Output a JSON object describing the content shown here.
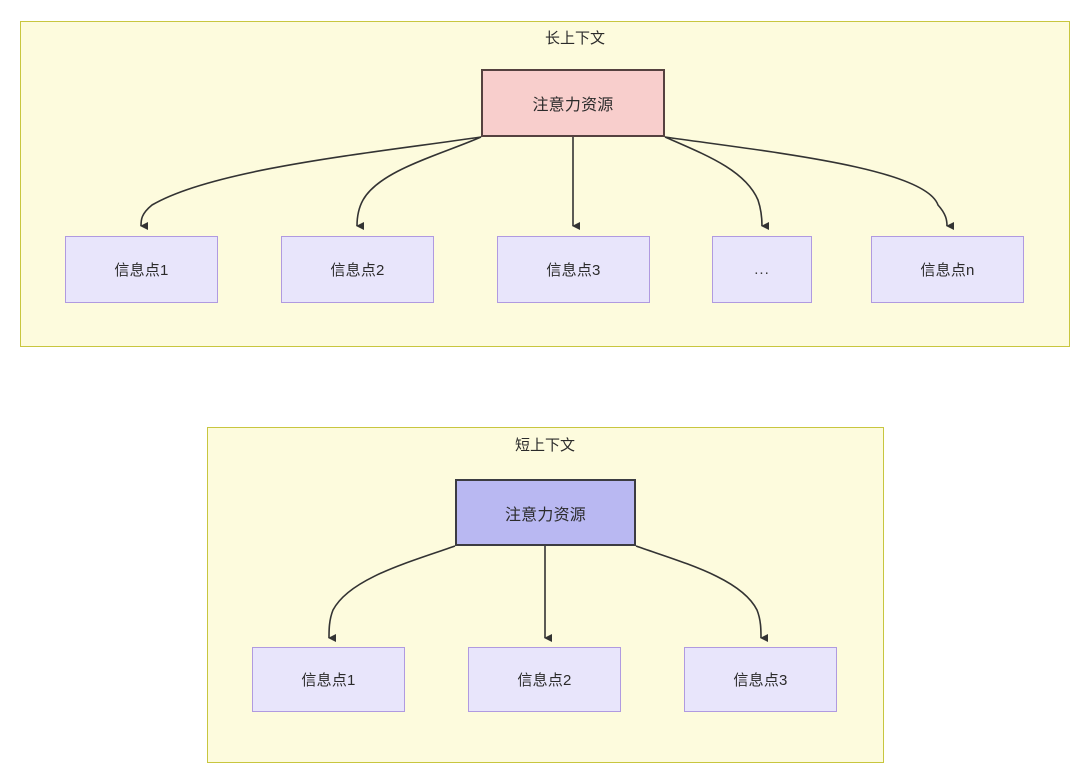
{
  "diagram": {
    "title": "",
    "colors": {
      "panel_fill": "#fdfbdd",
      "panel_border": "#c8c63f",
      "attention_long_fill": "#f8cecc",
      "attention_long_border": "#55413f",
      "attention_short_fill": "#b9b8f2",
      "attention_short_border": "#3c3c42",
      "info_fill": "#e8e5fb",
      "info_border": "#b09ae0",
      "edge_stroke": "#333333",
      "text": "#2b2b2b"
    },
    "groups": [
      {
        "id": "long-context",
        "title": "长上下文",
        "root": {
          "label": "注意力资源"
        },
        "children": [
          {
            "label": "信息点1"
          },
          {
            "label": "信息点2"
          },
          {
            "label": "信息点3"
          },
          {
            "label": "..."
          },
          {
            "label": "信息点n"
          }
        ]
      },
      {
        "id": "short-context",
        "title": "短上下文",
        "root": {
          "label": "注意力资源"
        },
        "children": [
          {
            "label": "信息点1"
          },
          {
            "label": "信息点2"
          },
          {
            "label": "信息点3"
          }
        ]
      }
    ]
  }
}
